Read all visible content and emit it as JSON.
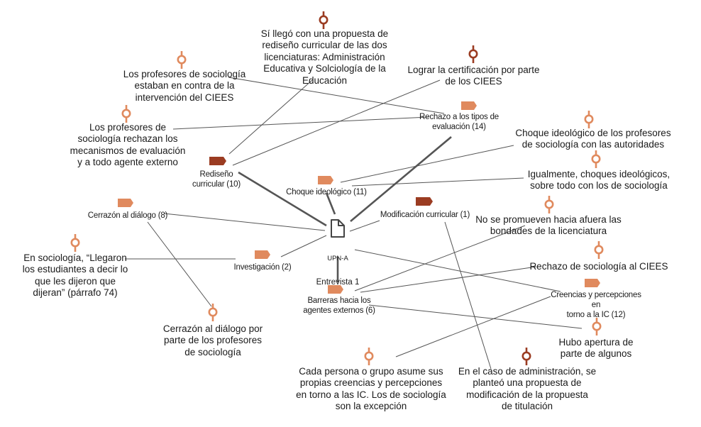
{
  "document": {
    "line1": "UPN-A",
    "line2": "Entrevista 1"
  },
  "colors": {
    "light": "#e08a5e",
    "dark": "#9b3c22",
    "line": "#555555"
  },
  "codes": [
    {
      "id": "rediseno",
      "text": "Rediseño\ncurricular (10)",
      "tone": "dark"
    },
    {
      "id": "rechazo",
      "text": "Rechazo a los tipos de\nevaluación (14)",
      "tone": "light"
    },
    {
      "id": "choque",
      "text": "Choque ideológico (11)",
      "tone": "light"
    },
    {
      "id": "modificacion",
      "text": "Modificación curricular (1)",
      "tone": "dark"
    },
    {
      "id": "cerrazon",
      "text": "Cerrazón al diálogo (8)",
      "tone": "light"
    },
    {
      "id": "investigacion",
      "text": "Investigación (2)",
      "tone": "light"
    },
    {
      "id": "barreras",
      "text": "Barreras hacia los\nagentes externos (6)",
      "tone": "light"
    },
    {
      "id": "creencias",
      "text": "Creencias y percepciones en\ntorno a la IC (12)",
      "tone": "light"
    }
  ],
  "quotes": [
    {
      "id": "q1",
      "text": "Sí llegó con una propuesta de\nrediseño curricular de las dos\nlicenciaturas: Administración\nEducativa y Solciología de la\nEducación",
      "tone": "dark"
    },
    {
      "id": "q2",
      "text": "Lograr la certificación por parte\nde los CIEES",
      "tone": "dark"
    },
    {
      "id": "q3",
      "text": "Los profesores de sociología\nestaban en contra de la\nintervención del CIEES",
      "tone": "light"
    },
    {
      "id": "q4",
      "text": "Los profesores de\nsociología rechazan los\nmecanismos de evaluación\ny a todo agente externo",
      "tone": "light"
    },
    {
      "id": "q5",
      "text": "Choque ideológico de los profesores\nde sociología con las autoridades",
      "tone": "light"
    },
    {
      "id": "q6",
      "text": "Igualmente, choques ideológicos,\nsobre todo con los de sociología",
      "tone": "light"
    },
    {
      "id": "q7",
      "text": "No se promueven hacia afuera las\nbondades de la licenciatura",
      "tone": "light"
    },
    {
      "id": "q8",
      "text": "Rechazo de sociología al CIEES",
      "tone": "light"
    },
    {
      "id": "q9",
      "text": "En sociología, “Llegaron\nlos estudiantes a decir lo\nque les dijeron que\ndijeran” (párrafo 74)",
      "tone": "light"
    },
    {
      "id": "q10",
      "text": "Cerrazón al diálogo por\nparte de los profesores\nde sociología",
      "tone": "light"
    },
    {
      "id": "q11",
      "text": "Hubo apertura de\nparte de algunos",
      "tone": "light"
    },
    {
      "id": "q12",
      "text": "Cada persona o grupo asume sus\npropias creencias y percepciones\nen torno a las IC. Los de sociología\nson la excepción",
      "tone": "light"
    },
    {
      "id": "q13",
      "text": "En el caso de administración, se\nplanteó una propuesta de\nmodificación de la propuesta\nde titulación",
      "tone": "dark"
    }
  ]
}
